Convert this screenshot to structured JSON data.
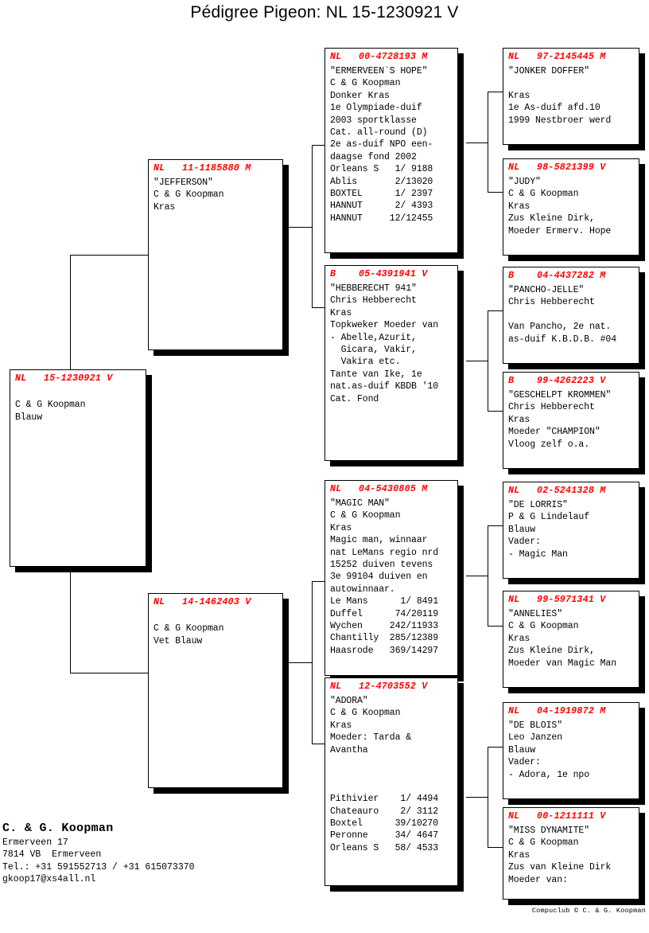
{
  "title": "Pédigree Pigeon: NL  15-1230921 V",
  "boxes": {
    "subject": {
      "ring": "NL   15-1230921 V",
      "lines": [
        "",
        "C & G Koopman",
        "Blauw"
      ]
    },
    "sire": {
      "ring": "NL   11-1185880 M",
      "lines": [
        "\"JEFFERSON\"",
        "C & G Koopman",
        "Kras"
      ]
    },
    "dam": {
      "ring": "NL   14-1462403 V",
      "lines": [
        "",
        "C & G Koopman",
        "Vet Blauw"
      ]
    },
    "sire_sire": {
      "ring": "NL   00-4728193 M",
      "lines": [
        "\"ERMERVEEN`S HOPE\"",
        "C & G Koopman",
        "Donker Kras",
        "1e Olympiade-duif",
        "2003 sportklasse",
        "Cat. all-round (D)",
        "2e as-duif NPO een-",
        "daagse fond 2002",
        "Orleans S   1/ 9188",
        "Ablis       2/13020",
        "BOXTEL      1/ 2397",
        "HANNUT      2/ 4393",
        "HANNUT     12/12455"
      ]
    },
    "sire_dam": {
      "ring": "B    05-4391941 V",
      "lines": [
        "\"HEBBERECHT 941\"",
        "Chris Hebberecht",
        "Kras",
        "Topkweker Moeder van",
        "- Abelle,Azurit,",
        "  Gicara, Vakir,",
        "  Vakira etc.",
        "Tante van Ike, 1e",
        "nat.as-duif KBDB '10",
        "Cat. Fond"
      ]
    },
    "dam_sire": {
      "ring": "NL   04-5430805 M",
      "lines": [
        "\"MAGIC MAN\"",
        "C & G Koopman",
        "Kras",
        "Magic man, winnaar",
        "nat LeMans regio nrd",
        "15252 duiven tevens",
        "3e 99104 duiven en",
        "autowinnaar.",
        "Le Mans      1/ 8491",
        "Duffel      74/20119",
        "Wychen     242/11933",
        "Chantilly  285/12389",
        "Haasrode   369/14297"
      ]
    },
    "dam_dam": {
      "ring": "NL   12-4703552 V",
      "lines": [
        "\"ADORA\"",
        "C & G Koopman",
        "Kras",
        "Moeder: Tarda &",
        "Avantha",
        "",
        "",
        "",
        "Pithivier    1/ 4494",
        "Chateauro    2/ 3112",
        "Boxtel      39/10270",
        "Peronne     34/ 4647",
        "Orleans S   58/ 4533"
      ]
    },
    "ss_sire": {
      "ring": "NL   97-2145445 M",
      "lines": [
        "\"JONKER DOFFER\"",
        "",
        "Kras",
        "1e As-duif afd.10",
        "1999 Nestbroer werd"
      ]
    },
    "ss_dam": {
      "ring": "NL   98-5821399 V",
      "lines": [
        "\"JUDY\"",
        "C & G Koopman",
        "Kras",
        "Zus Kleine Dirk,",
        "Moeder Ermerv. Hope"
      ]
    },
    "sd_sire": {
      "ring": "B    04-4437282 M",
      "lines": [
        "\"PANCHO-JELLE\"",
        "Chris Hebberecht",
        "",
        "Van Pancho, 2e nat.",
        "as-duif K.B.D.B. #04"
      ]
    },
    "sd_dam": {
      "ring": "B    99-4262223 V",
      "lines": [
        "\"GESCHELPT KROMMEN\"",
        "Chris Hebberecht",
        "Kras",
        "Moeder \"CHAMPION\"",
        "Vloog zelf o.a."
      ]
    },
    "ds_sire": {
      "ring": "NL   02-5241328 M",
      "lines": [
        "\"DE LORRIS\"",
        "P & G Lindelauf",
        "Blauw",
        "Vader:",
        "- Magic Man"
      ]
    },
    "ds_dam": {
      "ring": "NL   99-5971341 V",
      "lines": [
        "\"ANNELIES\"",
        "C & G Koopman",
        "Kras",
        "Zus Kleine Dirk,",
        "Moeder van Magic Man"
      ]
    },
    "dd_sire": {
      "ring": "NL   04-1919872 M",
      "lines": [
        "\"DE BLOIS\"",
        "Leo Janzen",
        "Blauw",
        "Vader:",
        "- Adora, 1e npo"
      ]
    },
    "dd_dam": {
      "ring": "NL   00-1211111 V",
      "lines": [
        "\"MISS DYNAMITE\"",
        "C & G Koopman",
        "Kras",
        "Zus van Kleine Dirk",
        "Moeder van:"
      ]
    }
  },
  "owner": {
    "name": "C. & G. Koopman",
    "address1": "Ermerveen 17",
    "address2": "7814 VB  Ermerveen",
    "phone": "Tel.: +31 591552713 / +31 615073370",
    "email": "gkoop17@xs4all.nl"
  },
  "credit": "Compuclub © C. & G. Koopman",
  "colors": {
    "ring_red": "#ff0000",
    "text_black": "#000000",
    "background": "#ffffff"
  }
}
